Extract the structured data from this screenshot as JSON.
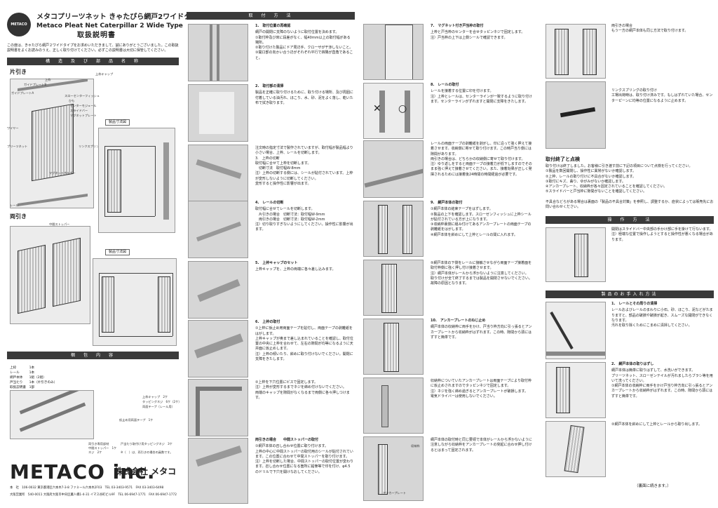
{
  "header": {
    "logo_text": "METACO",
    "title_jp": "メタコプリーツネット きゃたぴら網戸2ワイドタイプ",
    "title_en": "Metaco Pleat Net Caterpillar 2 Wide Type",
    "manual": "取扱説明書",
    "intro": "この度は、きゃたぴら網戸２ワイドタイプをお求めいただきまして、誠にありがとうございました。この取扱説明書をよくお読みのうえ、正しく取り付けてください。必ずこの説明書は大切に保管してください。"
  },
  "sections": {
    "structure": "構　造　及　び　部　品　名　称",
    "packing": "梱　包　内　容",
    "install": "取　付　方　法",
    "operation": "操　作　方　法",
    "care": "製品のお手入れ方法"
  },
  "structure": {
    "single": "片引き",
    "double": "両引き",
    "dim_single": "製品寸法図",
    "dim_double": "製品寸法図",
    "labels": [
      "上枠",
      "ガイドプレートB",
      "ガイドプレートA",
      "スヘリ",
      "スローポスト",
      "マイヤー",
      "回転軸",
      "ジョーン",
      "プリーツネット",
      "下枠",
      "レール",
      "スローセンターフィッシュ",
      "ひも",
      "ワイヤー",
      "上枠キャップ",
      "スローポストセンター",
      "センターモジュール",
      "マグネットプレート",
      "スライドバー",
      "マグネットホルダー",
      "リンクスプリング",
      "中間ストッパー",
      "アンカープレート"
    ]
  },
  "packing": {
    "list": "上枠　　　　1本\nレール　　　1本\n網戸本体　　1組（2組）\n戸当たり　　1本（片引きのみ）\n取扱説明書　1部",
    "items": [
      "上枠キャップ　2ケ",
      "タッピングネジ　6ケ（2ケ）",
      "両面テープ（レール用）",
      "取説・部品",
      "仮止め用両面テープ　1ケ"
    ],
    "double_items": [
      "両引き専用部材",
      "中間ストッパー　1ケ",
      "ネジ　2ケ"
    ],
    "bottom_note": "戸当たり取付け用タッピングネジ　3ケ",
    "star_note": "※（　）は、両引きの場合の員数です。"
  },
  "company": {
    "name_en": "METACO inc.",
    "name_jp": "株式会社 メタコ",
    "hq": "本　社　106-0032 東京都港区六本木7-3-8 ファミール六本木2F03　TEL 03-3403-9571　FAX 03-3403-6498",
    "osaka": "大阪営業所　540-0011 大阪府大阪市中央区農人橋1-4-31 イマス谷町ビル9F　TEL 06-6947-1771　FAX 06-6947-1772"
  },
  "install": [
    {
      "title": "1.　取付位置の再確認",
      "text": "網戸の開閉に支障のないように取付位置を決めます。\n①取付枠及び床に段差がなく、幅40mm以上の取付幅がある場所。\n②取り付けた製品にドア周辺手、クローザが干渉しないこと。\n③開口部の向かい合う辺がそれぞれ平行で四隅が直角であること。"
    },
    {
      "title": "2.　取付部の清掃",
      "text": "製品を正確に取り付けるために、取り付ける場所、及び周囲に付着している油汚れ、ほこり、水、砂、泥をよく落し、乾いた布で拭き取ります。"
    },
    {
      "title": "",
      "text": "注文時の指定寸法で製作されていますが、取付幅が製品幅より小さい場合、上枠、レールを切断します。\n3.　上枠の切断\n取付幅に合せて上枠を切断します。\n　切断寸法　取付幅W-8mm\n注）上枠の切断する側には、シールが貼付されています。上枠が変形しないように切断してください。\n変形すると操作性に影響が出ます。"
    },
    {
      "title": "4.　レールの切断",
      "text": "取付幅に合せてレールを切断します。\n　片引きの場合　切断寸法：取付幅W-9mm\n　両引きの場合　切断寸法：取付幅W-2mm\n注）切り取りすぎないようにしてください。操作性に影響が出ます。"
    },
    {
      "title": "5.　上枠キャップのセット",
      "text": "上枠キャップを、上枠の両端に各々差し込みます。"
    },
    {
      "title": "6.　上枠の取付",
      "text": "①上枠に仮止め用両面テープを貼付し、両面テープの剥離紙をはがします。\n上枠キャップが奥まで差し込まれていることを確認し、取付位置の中央に上枠を合わせて、左右の隙間が均等になるように天井面に仮止めします。\n注）上枠の傾いたり、斜めに取り付けないでください。開閉に支障をきたします。"
    },
    {
      "title": "",
      "text": "②上枠を下穴位置にビスで固定します。\n注）上枠が変形するまでネジを締め付けないでください。\n両端のキャップを隙間がなくなるまで両側に各々押しつけます。"
    },
    {
      "title": "両引きの場合　　中間ストッパーの取付",
      "text": "①網戸本体の召し合わせ位置に取り付けます。\n上枠の中心に中間ストッパーの取付用のシールが貼付されています。この位置に合わせて中間ストッパーを取り付けます。\n注）上枠を切断した場合、中間ストッパーの取付位置が変わります。召し合わせ位置になる箇所に鉛筆等で印を付け、φ4.5のドリルで下穴を開けなおしてください。"
    }
  ],
  "install2": [
    {
      "title": "7.　マグネット付き戸当枠の取付",
      "text": "上枠と戸当枠のセンターを合せタッピンネジで固定します。\n注）戸当枠の上下は上側シールで確認できます。"
    },
    {
      "title": "8.　レールの取付",
      "text": "レールを接着する位置に印を付けます。\n注）上枠とレールは、センターラインが一致するように取り付けます。センターラインがずれますと開閉に支障をきたします。"
    },
    {
      "title": "",
      "text": "レールの両面テープの剥離紙を剥がし、印に沿って強く押えて接着させます。収納側に寄せて取り付けます。この時戸当り側には隙間があります。\n両引きの場合は、どちらかの収納側に寄せて取り付けます。\n注）ゆり返しをすると両面テープの接着力が低下しますのでそのまま強く押えて接着させてください。また、接着効果が正しく発揮されるためには接着後24時間の時間経過が必要です。"
    },
    {
      "title": "9.　網戸本体の取付",
      "text": "①網戸本体の結束テープをはずします。\n②製品の上下を確認します。スローゼンフィッシュに上枠シールが貼付されている方が上になります。\n③収納枠裏側に組み付けてあるアンカープレートの両面テープの剥離紙をはがします。\n④網戸本体を斜めにして上枠とレールの間に入れます。"
    },
    {
      "title": "",
      "text": "⑤網戸本体の下側をレールに接触させながら両面テープ接着面を取付枠側に強く押し付け接着させます。\n注）網戸本体がレールから浮かないように注意してください。\n取り付けが全て終了するまでは製品を開閉させないでください。故障の原因となります。"
    },
    {
      "title": "10.　アンカープレートのねじ止め",
      "text": "網戸本体の収納枠に両手をかけ、戸当り枠方向に引っ張るとアンカープレートから収納枠がはずれます。この時、隙間から頭にはずすと簡単です。"
    },
    {
      "title": "",
      "text": "収納枠についていたアンカープレートは両面テープにより取付枠に仮止めされますのでタッピンネジで固定します。\n注）ネジを強く締め過ぎるとアンカープレートが破損します。\n電気ドライバーは使用しないでください。"
    },
    {
      "title": "",
      "text": "網戸本体の取付時と同じ要領で本体がレールから浮かないように注意しながら収納枠をアンカープレートの突起に合わせ押し付けるとはまって固定されます。"
    }
  ],
  "col4": [
    {
      "title": "",
      "text": "両引きの場合\nもう一方の網戸本体も同じ方法で取り付けます。"
    },
    {
      "title": "",
      "text": "リンクスプリングの取り付け\n工場出荷時は、取り付け済みです。もしはずれていた場合、センターピーンに均等の位置になるように止めます。"
    },
    {
      "title": "取付終了と点検",
      "text": "取り付けは終了しました。お客様に引き渡す前に下記の項目について点検を行ってください。\n①製品を数回開閉し、操作性に異常がないか確認します。\n②上枠、レールの取り付けに不具合がないか確認します。\n③取付にキズ、曲り、ゆがみがないか確認します。\n④アンカープレート、収納枠が各々固定されていることを確認してください。\n⑤スライドバーと戸当枠に隙間がないことを確認してください。\n\n不具合などらがある場合は裏面の「製品の不具合対策」を参照し、調整するか、症状によっては販売先にお問い合わせください。"
    },
    {
      "title": "",
      "text": "開閉はスライドバー中央部の手かけ部に手を掛けて行ないます。\n注）極端な位置で操作しようとすると操作性が悪くなる場合があります。"
    },
    {
      "title": "1.　レールとその周りの清掃",
      "text": "レールおよびレールのまわりに小石、砂、ほこり、泥などがたまりますと、部品の破損や破損が起き、スムーズな開閉ができなくなります。\n汚れを取り除くためにこまめに清掃してください。"
    },
    {
      "title": "2.　網戸本体の取りはずし",
      "text": "網戸本体は簡単に取りはずして、水洗いができます。\nプリーツネット、スローゼンテイルが汚れましたらブラシ等を用いて洗ってください。\n①網戸本体の収納枠に両手をかけ戸当り枠方向に引っ張るとアンカープレートから収納枠がはずれます。この時、隙間から頭にはずすと簡単です。"
    },
    {
      "title": "",
      "text": "②網戸本体を斜めにして上枠とレールから取り出します。"
    }
  ],
  "footer_continued": "（裏面に続きます。）",
  "figure_labels": {
    "fig_10_anchor": "アンカープレート",
    "fig_10_frame": "収納枠"
  }
}
